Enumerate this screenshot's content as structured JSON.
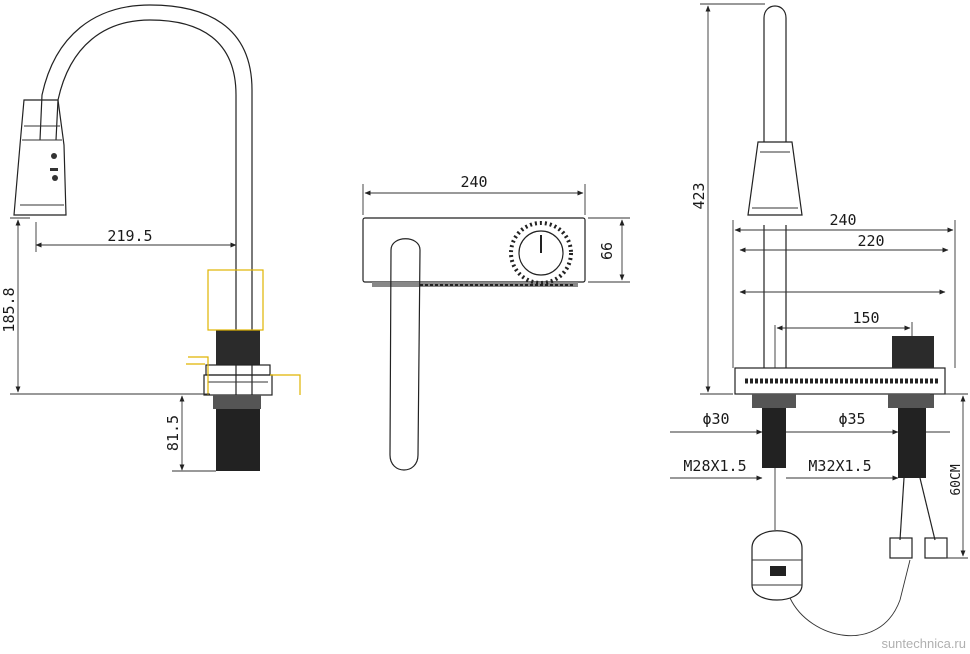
{
  "left_view": {
    "dims": {
      "reach": "219.5",
      "spout_height": "185.8",
      "shank_length": "81.5"
    }
  },
  "middle_view": {
    "dims": {
      "width": "240",
      "height": "66"
    }
  },
  "right_view": {
    "dims": {
      "total_height": "423",
      "width_outer": "240",
      "width_inner": "220",
      "center_distance": "150",
      "hole_left": "ϕ30",
      "hole_right": "ϕ35",
      "thread_left": "M28X1.5",
      "thread_right": "M32X1.5",
      "hose_length": "60CM"
    }
  },
  "watermark": "suntechnica.ru",
  "colors": {
    "line": "#222222",
    "accent_yellow": "#e0b400",
    "watermark": "#b0b0b0"
  }
}
